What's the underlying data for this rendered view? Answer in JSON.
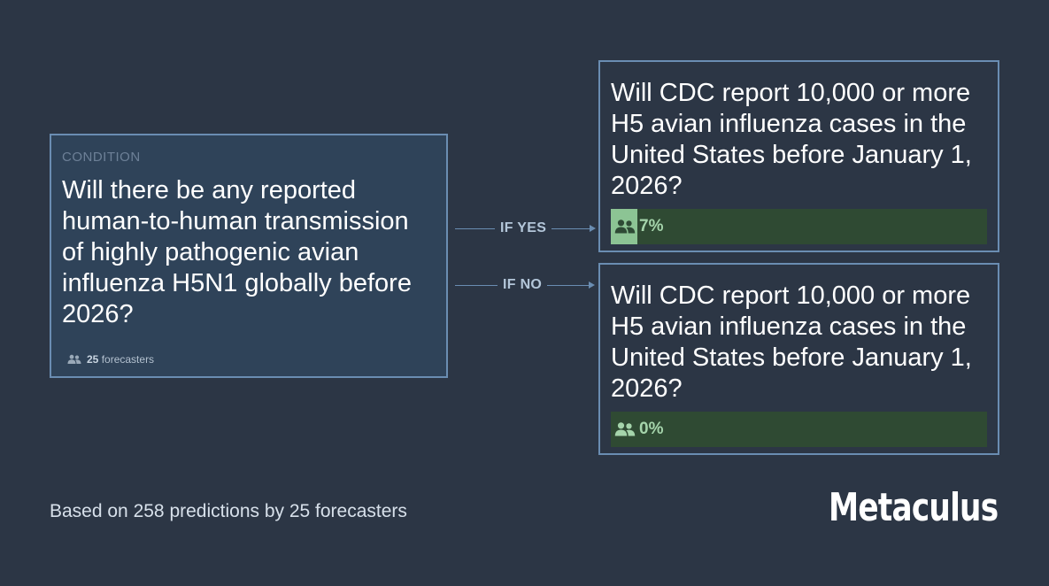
{
  "condition": {
    "label": "CONDITION",
    "question": "Will there be any reported human-to-human transmission of highly pathogenic avian influenza H5N1 globally before 2026?",
    "forecaster_count": "25",
    "forecaster_suffix": "forecasters"
  },
  "branches": [
    {
      "arrow_label": "IF YES",
      "question": "Will CDC report 10,000 or more H5 avian influenza cases in the United States before January 1, 2026?",
      "probability_text": "7%",
      "probability": 0.07
    },
    {
      "arrow_label": "IF NO",
      "question": "Will CDC report 10,000 or more H5 avian influenza cases in the United States before January 1, 2026?",
      "probability_text": "0%",
      "probability": 0.0
    }
  ],
  "footer": {
    "summary": "Based on 258 predictions by 25 forecasters",
    "brand": "Metaculus"
  },
  "colors": {
    "background": "#2c3645",
    "card_border": "#6a8db2",
    "bar_bg": "#2f4a33",
    "bar_fill": "#8cc494"
  }
}
